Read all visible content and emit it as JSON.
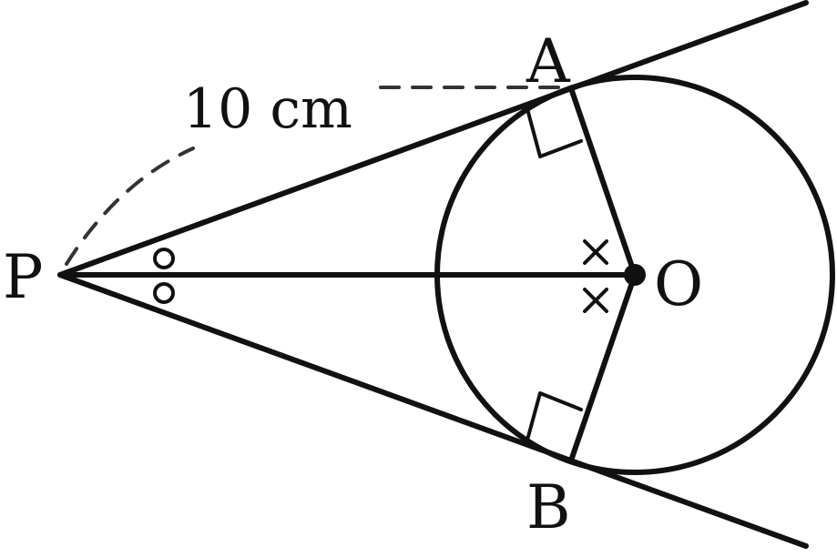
{
  "labels": {
    "point_a": "A",
    "point_b": "B",
    "point_p": "P",
    "point_o": "O",
    "distance_pa": "10 cm"
  },
  "markers": {
    "right_angle_a": "right-angle-mark",
    "right_angle_b": "right-angle-mark",
    "angle_at_p": "circle-mark",
    "angle_at_o": "cross-mark"
  },
  "colors": {
    "ink": "#111111",
    "dash": "#333333",
    "background": "#ffffff"
  }
}
